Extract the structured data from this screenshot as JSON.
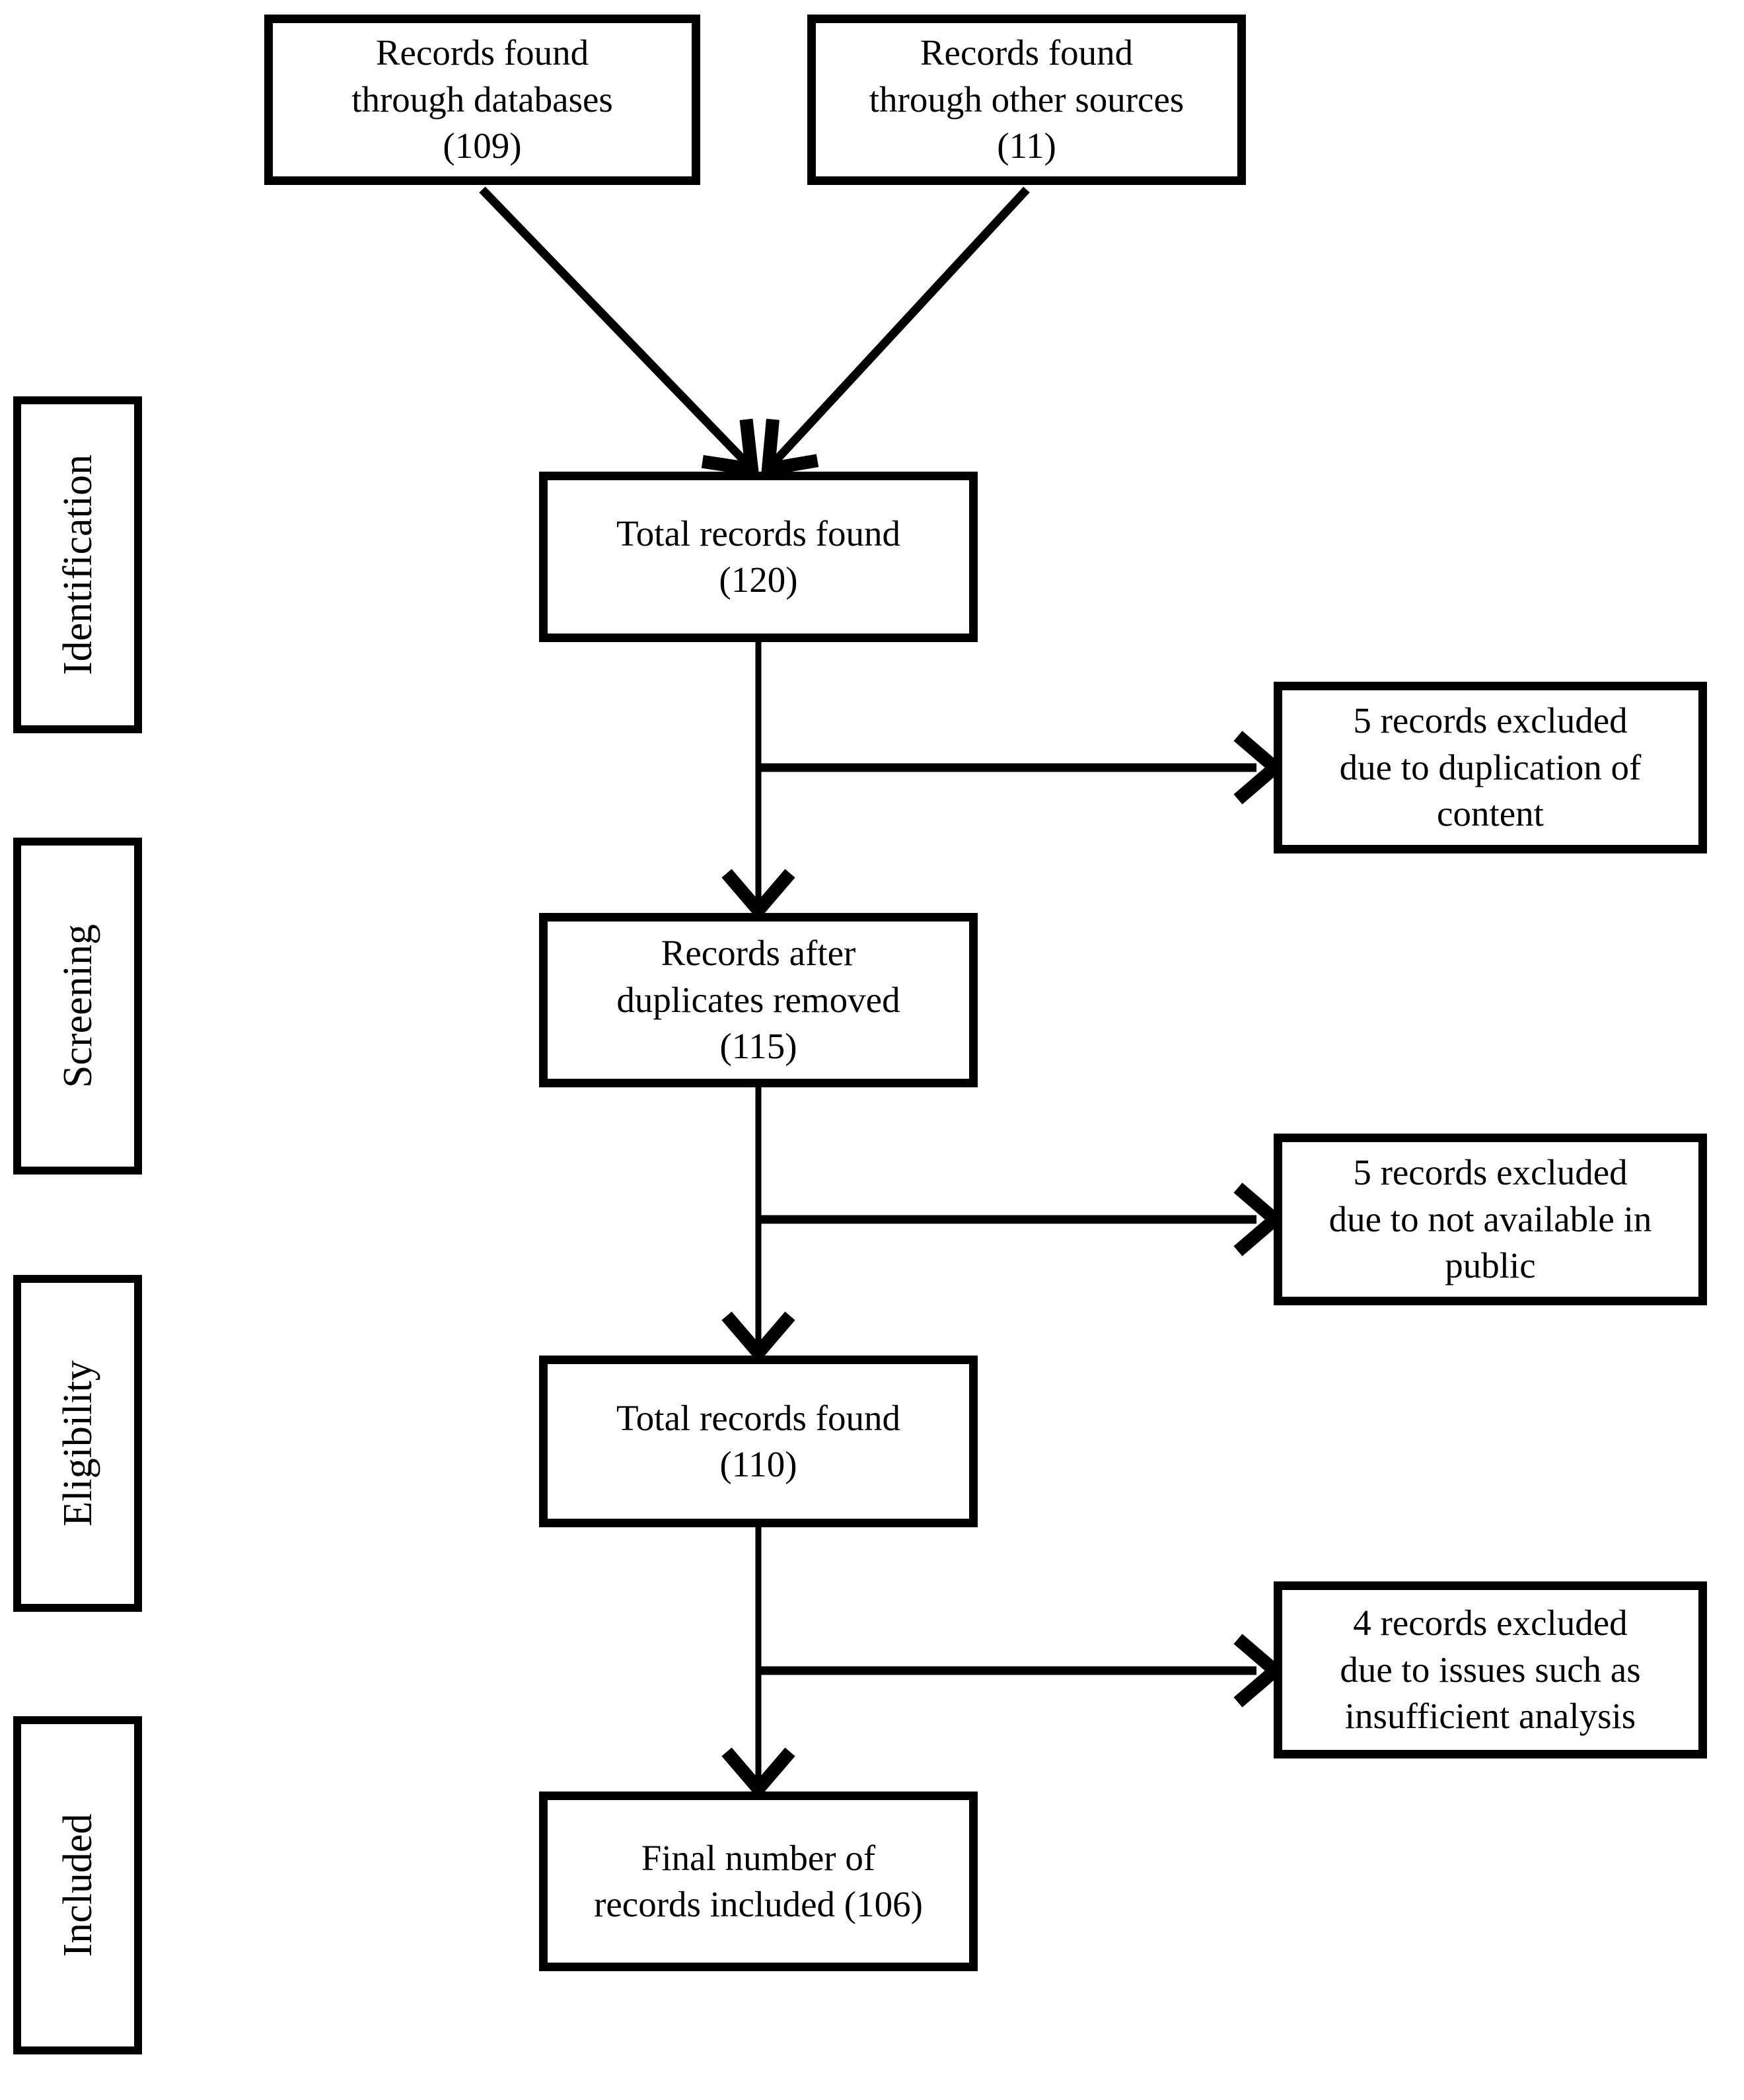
{
  "colors": {
    "background": "#ffffff",
    "box_fill": "#ffffff",
    "line": "#000000",
    "text": "#000000"
  },
  "stages": [
    {
      "id": "identification",
      "label": "Identification"
    },
    {
      "id": "screening",
      "label": "Screening"
    },
    {
      "id": "eligibility",
      "label": "Eligibility"
    },
    {
      "id": "included",
      "label": "Included"
    }
  ],
  "flow": {
    "sources": [
      {
        "id": "databases",
        "text": "Records found\nthrough databases\n(109)",
        "count": 109
      },
      {
        "id": "other-sources",
        "text": "Records found\nthrough other sources\n(11)",
        "count": 11
      }
    ],
    "main": [
      {
        "id": "total-found",
        "text": "Total records found\n(120)",
        "count": 120
      },
      {
        "id": "after-duplicates",
        "text": "Records after\nduplicates removed\n(115)",
        "count": 115
      },
      {
        "id": "total-eligible",
        "text": "Total records found\n(110)",
        "count": 110
      },
      {
        "id": "final-included",
        "text": "Final number of\nrecords included (106)",
        "count": 106
      }
    ],
    "exclusions": [
      {
        "id": "duplication",
        "text": "5 records excluded\ndue to duplication of\ncontent",
        "count": 5
      },
      {
        "id": "not-public",
        "text": "5 records excluded\ndue to not available in\npublic",
        "count": 5
      },
      {
        "id": "insufficient-analysis",
        "text": "4 records excluded\ndue to issues such as\ninsufficient analysis",
        "count": 4
      }
    ]
  }
}
